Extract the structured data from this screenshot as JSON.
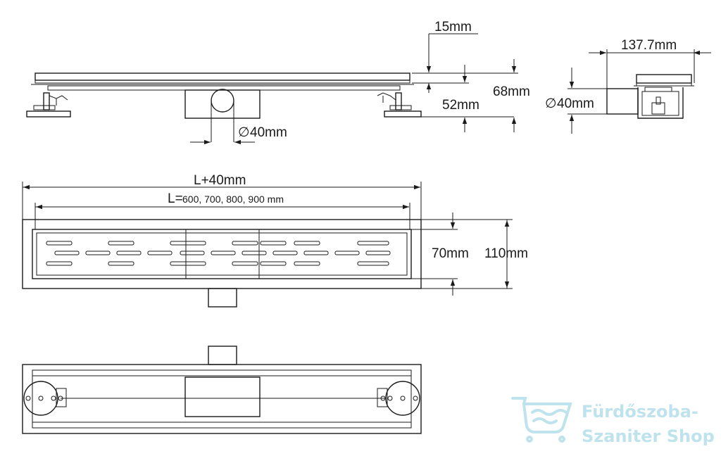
{
  "labels": {
    "d15": "15mm",
    "d68": "68mm",
    "d52": "52mm",
    "d1377": "137.7mm",
    "phi40_side": "40mm",
    "phi40_front": "40mm",
    "lplus": "L+40mm",
    "l_prefix": "L=",
    "l_values": " 600, 700, 800, 900 mm",
    "d70": "70mm",
    "d110": "110mm",
    "phi_symbol": "∅"
  },
  "watermark": {
    "line1": "Fürdőszoba-",
    "line2": "Szaniter Shop",
    "icon": "bathtub-icon",
    "color": "#bfe3ec"
  }
}
